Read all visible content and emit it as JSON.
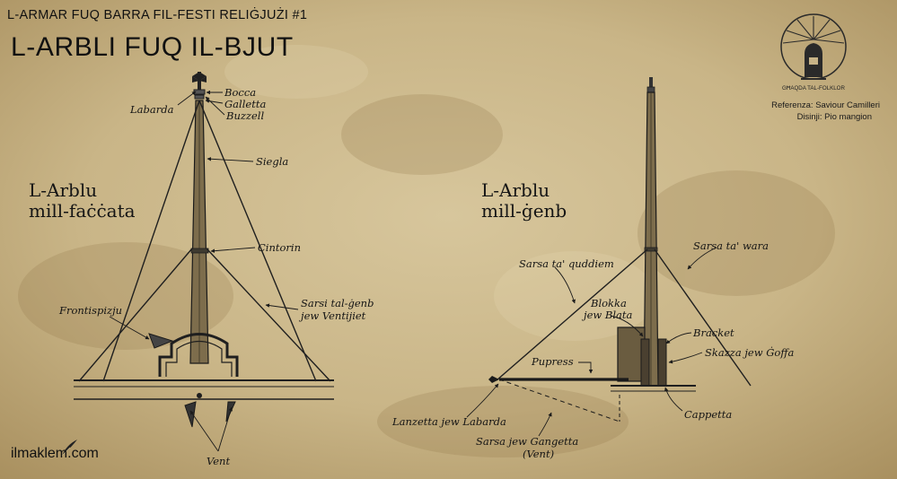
{
  "header": {
    "series_title": "L-ARMAR FUQ BARRA FIL-FESTI RELIĠJUŻI #1",
    "main_title": "L-ARBLI FUQ IL-BJUT"
  },
  "logo": {
    "icon": "ghaqda-tal-folklor-emblem-icon",
    "text": "GĦAQDA TAL-FOLKLOR"
  },
  "credits": {
    "reference": "Referenza: Saviour Camilleri",
    "drawings": "Disinji: Pio mangion"
  },
  "front_view": {
    "title_line1": "L-Arblu",
    "title_line2": "mill-faċċata",
    "labels": {
      "bocca": "Bocca",
      "galletta": "Galletta",
      "buzzell": "Buzzell",
      "labarda": "Labarda",
      "siegla": "Siegla",
      "cintorin": "Cintorin",
      "sarsi_line1": "Sarsi tal-ġenb",
      "sarsi_line2": "jew Ventijiet",
      "frontispizju": "Frontispizju",
      "vent": "Vent"
    }
  },
  "side_view": {
    "title_line1": "L-Arblu",
    "title_line2": "mill-ġenb",
    "labels": {
      "sarsa_quddiem": "Sarsa ta' quddiem",
      "sarsa_wara": "Sarsa ta' wara",
      "blokka_line1": "Blokka",
      "blokka_line2": "jew Blata",
      "bracket": "Bracket",
      "skazza": "Skazza jew Ġoffa",
      "pupress": "Pupress",
      "cappetta": "Cappetta",
      "lanzetta": "Lanzetta jew Labarda",
      "sarsa_gangetta_line1": "Sarsa jew Gangetta",
      "sarsa_gangetta_line2": "(Vent)"
    }
  },
  "footer": {
    "website": "ilmaklem.com",
    "website_icon": "quill-pen-icon"
  }
}
